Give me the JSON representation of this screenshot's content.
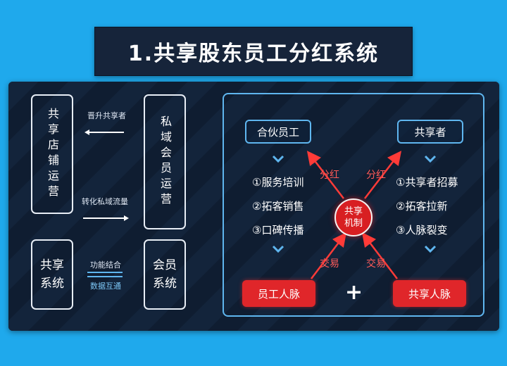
{
  "title": "1.共享股东员工分红系统",
  "left": {
    "box_store": "共享店铺运营",
    "box_private": "私域会员运营",
    "box_system": "共享系统",
    "box_member": "会员系统",
    "label_promote": "晋升共享者",
    "label_convert": "转化私域流量",
    "label_function": "功能结合",
    "label_data": "数据互通"
  },
  "right": {
    "partner": "合伙员工",
    "sharer": "共享者",
    "left_steps": [
      "①服务培训",
      "②拓客销售",
      "③口碑传播"
    ],
    "right_steps": [
      "①共享者招募",
      "②拓客拉新",
      "③人脉裂变"
    ],
    "center_line1": "共享",
    "center_line2": "机制",
    "tag_dividend_left": "分红",
    "tag_dividend_right": "分红",
    "tag_trade_left": "交易",
    "tag_trade_right": "交易",
    "employee_network": "员工人脉",
    "sharer_network": "共享人脉",
    "plus": "+"
  },
  "colors": {
    "background": "#1fa9ec",
    "panel": "#0f1d31",
    "accent_blue": "#5fb6ef",
    "accent_red": "#e0262a"
  }
}
